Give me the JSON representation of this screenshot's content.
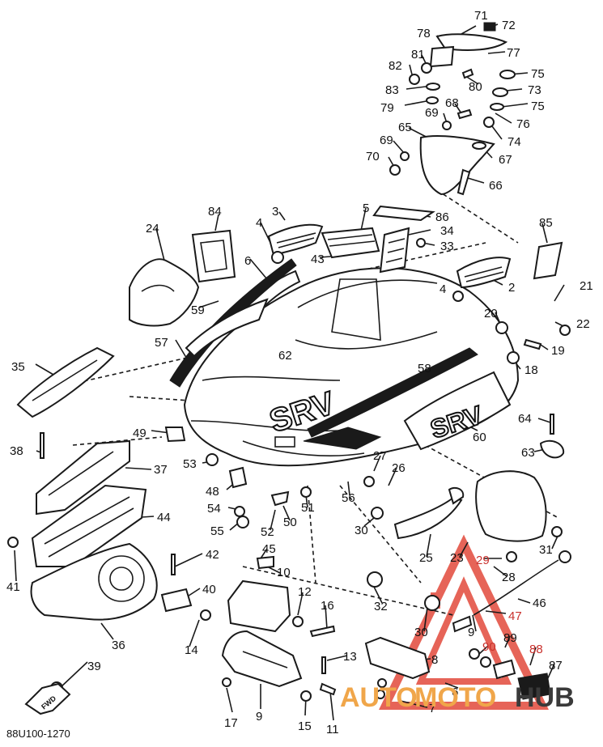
{
  "diagram": {
    "drawing_code": "88U100-1270",
    "forward_label": "FWD",
    "decal_text": "SRV"
  },
  "watermark": {
    "part_a": "AUTO",
    "part_b": "MOTO",
    "part_c": "HUB",
    "color_a": "#f0a64a",
    "color_b": "#f0a64a",
    "color_c": "#3a3a3a",
    "triangle_color": "#e24a3b"
  },
  "callouts": [
    {
      "id": "71",
      "label": "71"
    },
    {
      "id": "72",
      "label": "72"
    },
    {
      "id": "78",
      "label": "78"
    },
    {
      "id": "81",
      "label": "81"
    },
    {
      "id": "77",
      "label": "77"
    },
    {
      "id": "82",
      "label": "82"
    },
    {
      "id": "75a",
      "label": "75"
    },
    {
      "id": "80",
      "label": "80"
    },
    {
      "id": "73",
      "label": "73"
    },
    {
      "id": "83",
      "label": "83"
    },
    {
      "id": "75b",
      "label": "75"
    },
    {
      "id": "79",
      "label": "79"
    },
    {
      "id": "68",
      "label": "68"
    },
    {
      "id": "69a",
      "label": "69"
    },
    {
      "id": "76",
      "label": "76"
    },
    {
      "id": "65",
      "label": "65"
    },
    {
      "id": "74",
      "label": "74"
    },
    {
      "id": "69b",
      "label": "69"
    },
    {
      "id": "70",
      "label": "70"
    },
    {
      "id": "67",
      "label": "67"
    },
    {
      "id": "66",
      "label": "66"
    },
    {
      "id": "84",
      "label": "84"
    },
    {
      "id": "3",
      "label": "3"
    },
    {
      "id": "5",
      "label": "5"
    },
    {
      "id": "86",
      "label": "86"
    },
    {
      "id": "24",
      "label": "24"
    },
    {
      "id": "4a",
      "label": "4"
    },
    {
      "id": "34",
      "label": "34"
    },
    {
      "id": "85",
      "label": "85"
    },
    {
      "id": "33",
      "label": "33"
    },
    {
      "id": "6",
      "label": "6"
    },
    {
      "id": "43",
      "label": "43"
    },
    {
      "id": "4b",
      "label": "4"
    },
    {
      "id": "2",
      "label": "2"
    },
    {
      "id": "21",
      "label": "21"
    },
    {
      "id": "59",
      "label": "59"
    },
    {
      "id": "20",
      "label": "20"
    },
    {
      "id": "22",
      "label": "22"
    },
    {
      "id": "57",
      "label": "57"
    },
    {
      "id": "19",
      "label": "19"
    },
    {
      "id": "62",
      "label": "62"
    },
    {
      "id": "35",
      "label": "35"
    },
    {
      "id": "18",
      "label": "18"
    },
    {
      "id": "58",
      "label": "58"
    },
    {
      "id": "64",
      "label": "64"
    },
    {
      "id": "49",
      "label": "49"
    },
    {
      "id": "60",
      "label": "60"
    },
    {
      "id": "38",
      "label": "38"
    },
    {
      "id": "63",
      "label": "63"
    },
    {
      "id": "53",
      "label": "53"
    },
    {
      "id": "27",
      "label": "27"
    },
    {
      "id": "26",
      "label": "26"
    },
    {
      "id": "37",
      "label": "37"
    },
    {
      "id": "48",
      "label": "48"
    },
    {
      "id": "56",
      "label": "56"
    },
    {
      "id": "51",
      "label": "51"
    },
    {
      "id": "54",
      "label": "54"
    },
    {
      "id": "44",
      "label": "44"
    },
    {
      "id": "50",
      "label": "50"
    },
    {
      "id": "30a",
      "label": "30"
    },
    {
      "id": "55",
      "label": "55"
    },
    {
      "id": "52",
      "label": "52"
    },
    {
      "id": "31",
      "label": "31"
    },
    {
      "id": "41",
      "label": "41"
    },
    {
      "id": "45",
      "label": "45"
    },
    {
      "id": "25",
      "label": "25"
    },
    {
      "id": "23",
      "label": "23"
    },
    {
      "id": "29",
      "label": "29"
    },
    {
      "id": "42",
      "label": "42"
    },
    {
      "id": "10",
      "label": "10"
    },
    {
      "id": "28",
      "label": "28"
    },
    {
      "id": "40",
      "label": "40"
    },
    {
      "id": "12",
      "label": "12"
    },
    {
      "id": "46",
      "label": "46"
    },
    {
      "id": "32",
      "label": "32"
    },
    {
      "id": "16",
      "label": "16"
    },
    {
      "id": "47",
      "label": "47"
    },
    {
      "id": "30b",
      "label": "30"
    },
    {
      "id": "36",
      "label": "36"
    },
    {
      "id": "14",
      "label": "14"
    },
    {
      "id": "9a",
      "label": "9"
    },
    {
      "id": "89",
      "label": "89"
    },
    {
      "id": "90",
      "label": "90"
    },
    {
      "id": "39",
      "label": "39"
    },
    {
      "id": "88",
      "label": "88"
    },
    {
      "id": "13",
      "label": "13"
    },
    {
      "id": "8",
      "label": "8"
    },
    {
      "id": "87",
      "label": "87"
    },
    {
      "id": "6b",
      "label": "6"
    },
    {
      "id": "7",
      "label": "7"
    },
    {
      "id": "17",
      "label": "17"
    },
    {
      "id": "9b",
      "label": "9"
    },
    {
      "id": "15",
      "label": "15"
    },
    {
      "id": "11",
      "label": "11"
    }
  ]
}
